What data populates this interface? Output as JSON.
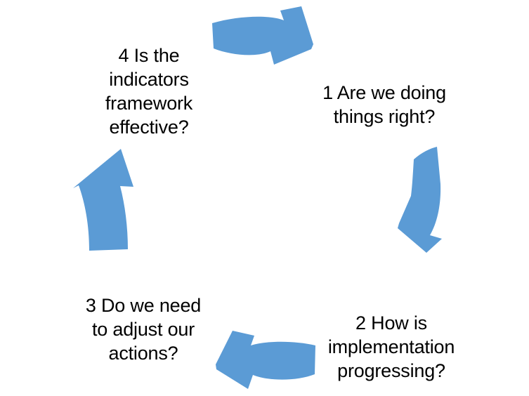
{
  "diagram": {
    "type": "cycle",
    "title": "",
    "background_color": "#FFFFFF",
    "arrow_color": "#5B9BD5",
    "text_color": "#000000",
    "step_count": 4,
    "steps": [
      {
        "number": "1",
        "label": "1 Are we doing\nthings right?",
        "position": "right-top",
        "lines": [
          "1 Are we doing",
          "things right?"
        ]
      },
      {
        "number": "2",
        "label": "2 How is\nimplementation\nprogressing?",
        "position": "right-bottom",
        "lines": [
          "2 How is",
          "implementation",
          "progressing?"
        ]
      },
      {
        "number": "3",
        "label": "3 Do we need\nto adjust our\nactions?",
        "position": "left-bottom",
        "lines": [
          "3 Do we need",
          "to adjust our",
          "actions?"
        ]
      },
      {
        "number": "4",
        "label": "4 Is the\nindicators\nframework\neffective?",
        "position": "left-top",
        "lines": [
          "4 Is the",
          "indicators",
          "framework",
          "effective?"
        ]
      }
    ],
    "arrows": [
      {
        "name": "top-arrow",
        "direction": "right",
        "from_step": "4",
        "to_step": "1"
      },
      {
        "name": "right-arrow",
        "direction": "down",
        "from_step": "1",
        "to_step": "2"
      },
      {
        "name": "bottom-arrow",
        "direction": "left",
        "from_step": "2",
        "to_step": "3"
      },
      {
        "name": "left-arrow",
        "direction": "up",
        "from_step": "3",
        "to_step": "4"
      }
    ]
  }
}
